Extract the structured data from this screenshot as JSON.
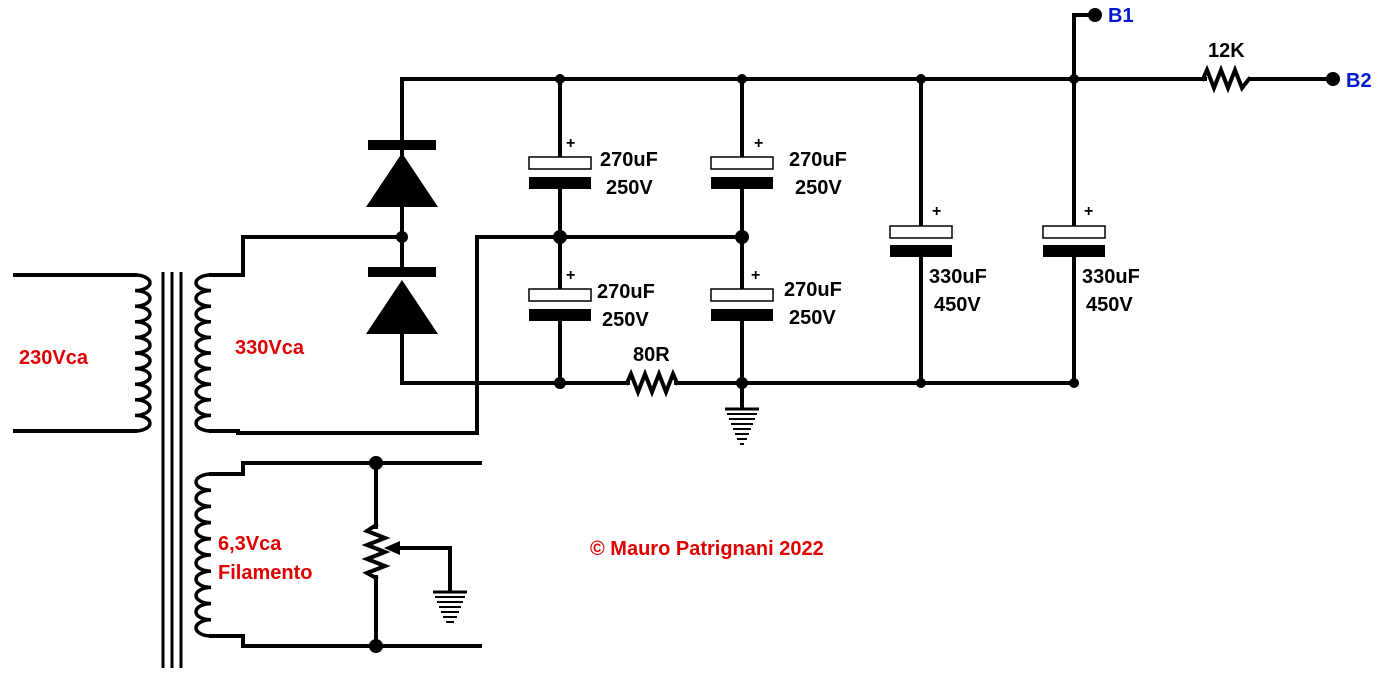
{
  "labels": {
    "primary": "230Vca",
    "secondary": "330Vca",
    "heater_line1": "6,3Vca",
    "heater_line2": "Filamento",
    "copyright": "© Mauro Patrignani 2022",
    "b1": "B1",
    "b2": "B2",
    "resistor_12k": "12K",
    "resistor_80r": "80R",
    "plus": "+"
  },
  "capacitors": {
    "c1": {
      "value": "270uF",
      "voltage": "250V"
    },
    "c2": {
      "value": "270uF",
      "voltage": "250V"
    },
    "c3": {
      "value": "270uF",
      "voltage": "250V"
    },
    "c4": {
      "value": "270uF",
      "voltage": "250V"
    },
    "c5": {
      "value": "330uF",
      "voltage": "450V"
    },
    "c6": {
      "value": "330uF",
      "voltage": "450V"
    }
  },
  "colors": {
    "wire": "#000000",
    "voltage_label": "#e00000",
    "output_label": "#0018d0"
  }
}
